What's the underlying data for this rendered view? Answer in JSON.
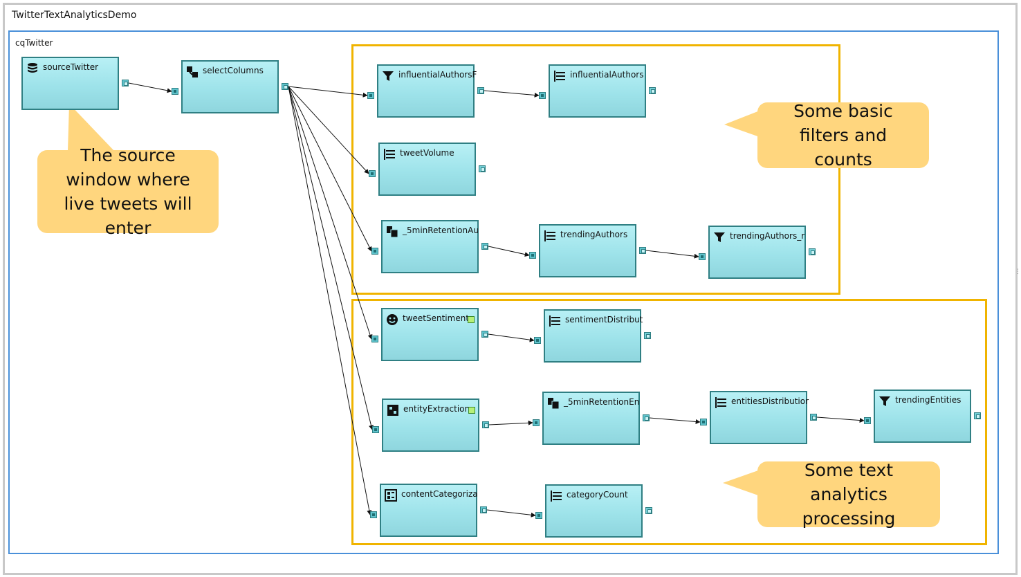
{
  "window": {
    "title": "TwitterTextAnalyticsDemo"
  },
  "query": {
    "title": "cqTwitter"
  },
  "colors": {
    "group_border": "#f0b400",
    "query_border": "#4a90d9",
    "node_fill": "#9ee3ea",
    "callout": "#ffd67e"
  },
  "nodes": [
    {
      "id": "sourceTwitter",
      "label": "sourceTwitter",
      "icon": "database-icon"
    },
    {
      "id": "selectColumns",
      "label": "selectColumns",
      "icon": "compute-icon"
    },
    {
      "id": "influentialAuthorsF",
      "label": "influentialAuthorsF",
      "icon": "filter-icon"
    },
    {
      "id": "influentialAuthors",
      "label": "influentialAuthors",
      "icon": "aggregate-icon"
    },
    {
      "id": "tweetVolume",
      "label": "tweetVolume",
      "icon": "aggregate-icon"
    },
    {
      "id": "5minRetentionAu",
      "label": "_5minRetentionAu",
      "icon": "copy-icon"
    },
    {
      "id": "trendingAuthors",
      "label": "trendingAuthors",
      "icon": "aggregate-icon"
    },
    {
      "id": "trendingAuthors_r",
      "label": "trendingAuthors_r",
      "icon": "filter-icon"
    },
    {
      "id": "tweetSentiment",
      "label": "tweetSentiment",
      "icon": "smiley-icon"
    },
    {
      "id": "sentimentDistribut",
      "label": "sentimentDistribut",
      "icon": "aggregate-icon"
    },
    {
      "id": "entityExtraction",
      "label": "entityExtraction",
      "icon": "entity-icon"
    },
    {
      "id": "5minRetentionEn",
      "label": "_5minRetentionEn",
      "icon": "copy-icon"
    },
    {
      "id": "entitiesDistributior",
      "label": "entitiesDistributior",
      "icon": "aggregate-icon"
    },
    {
      "id": "trendingEntities",
      "label": "trendingEntities",
      "icon": "filter-icon"
    },
    {
      "id": "contentCategoriza",
      "label": "contentCategoriza",
      "icon": "category-icon"
    },
    {
      "id": "categoryCount",
      "label": "categoryCount",
      "icon": "aggregate-icon"
    }
  ],
  "edges": [
    [
      "sourceTwitter",
      "selectColumns"
    ],
    [
      "selectColumns",
      "influentialAuthorsF"
    ],
    [
      "selectColumns",
      "tweetVolume"
    ],
    [
      "selectColumns",
      "5minRetentionAu"
    ],
    [
      "selectColumns",
      "tweetSentiment"
    ],
    [
      "selectColumns",
      "entityExtraction"
    ],
    [
      "selectColumns",
      "contentCategoriza"
    ],
    [
      "influentialAuthorsF",
      "influentialAuthors"
    ],
    [
      "5minRetentionAu",
      "trendingAuthors"
    ],
    [
      "trendingAuthors",
      "trendingAuthors_r"
    ],
    [
      "tweetSentiment",
      "sentimentDistribut"
    ],
    [
      "entityExtraction",
      "5minRetentionEn"
    ],
    [
      "5minRetentionEn",
      "entitiesDistributior"
    ],
    [
      "entitiesDistributior",
      "trendingEntities"
    ],
    [
      "contentCategoriza",
      "categoryCount"
    ]
  ],
  "callouts": {
    "source": "The source window where live tweets will enter",
    "filters": "Some basic filters and counts",
    "text": "Some text analytics processing"
  }
}
